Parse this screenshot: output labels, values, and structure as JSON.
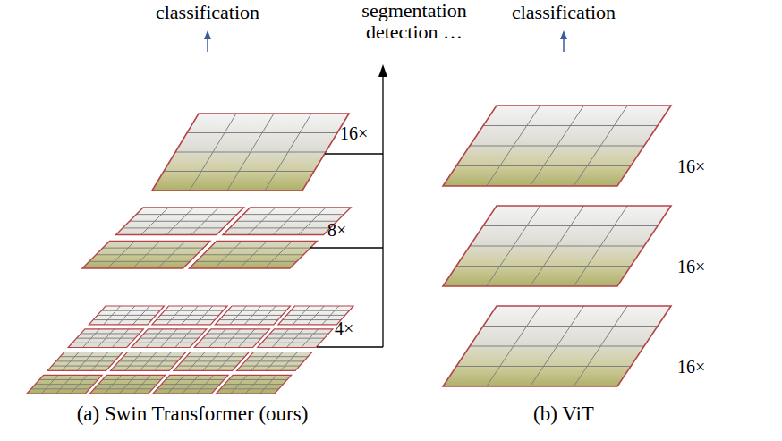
{
  "diagram": {
    "labels": [
      "classification",
      "segmentation detection …",
      "classification",
      "16×",
      "8×",
      "4×",
      "16×",
      "16×",
      "16×",
      "(a) Swin Transformer (ours)",
      "(b) ViT"
    ]
  }
}
